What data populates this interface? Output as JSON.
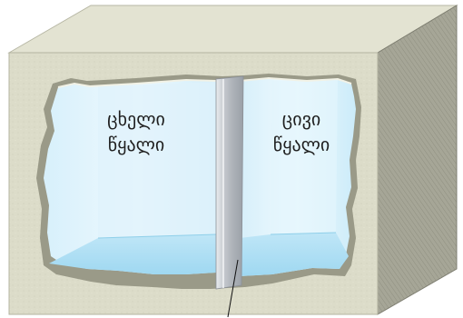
{
  "diagram": {
    "left_chamber": {
      "line1": "ცხელი",
      "line2": "წყალი"
    },
    "right_chamber": {
      "line1": "ცივი",
      "line2": "წყალი"
    }
  },
  "colors": {
    "box_front": "#dcdcc9",
    "box_top": "#e4e4d3",
    "box_side": "#a3a394",
    "water_light": "#e8f7fd",
    "water_mid": "#c6e9f8",
    "water_floor": "#a7dcf3",
    "partition": "#b9bcc2"
  }
}
